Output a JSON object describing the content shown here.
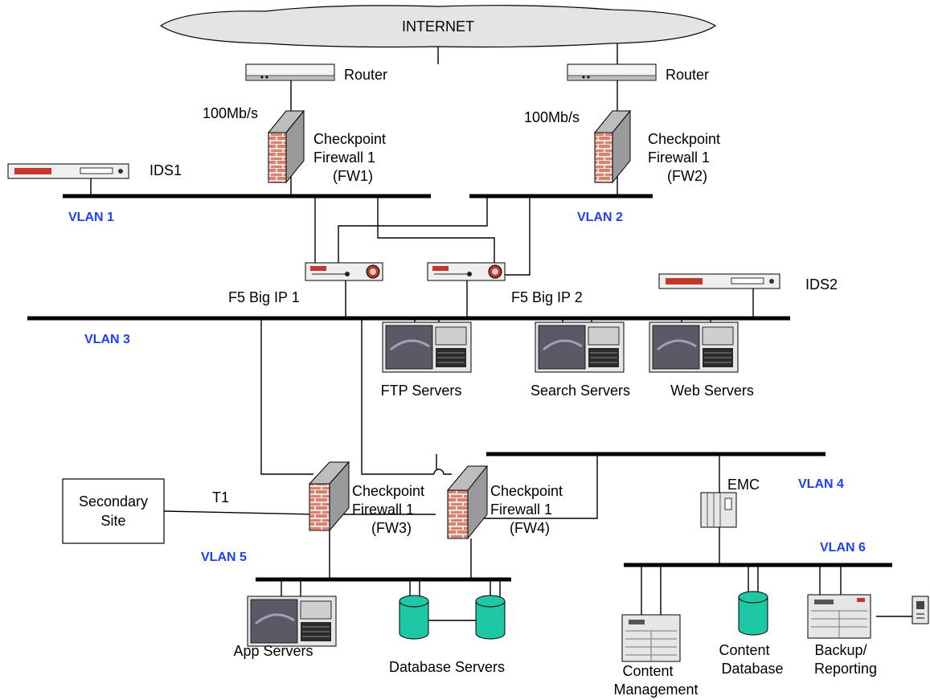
{
  "colors": {
    "vlan_label": "#1f3fff",
    "brick": "#d9826f",
    "mortar": "#ffffff",
    "cylinder": "#1ec8a4",
    "cloud": "#e4e4e4"
  },
  "icons": {
    "cloud": "cloud-icon",
    "router": "router-icon",
    "firewall": "firewall-icon",
    "ids": "ids-sensor-icon",
    "load_balancer": "load-balancer-icon",
    "server": "server-icon",
    "database": "database-cylinder-icon",
    "storage": "storage-array-icon",
    "tape": "tape-drive-icon"
  },
  "labels": {
    "internet": "INTERNET",
    "router_1": "Router",
    "router_2": "Router",
    "speed_1": "100Mb/s",
    "speed_2": "100Mb/s",
    "fw1": [
      "Checkpoint",
      "Firewall 1",
      "(FW1)"
    ],
    "fw2": [
      "Checkpoint",
      "Firewall 1",
      "(FW2)"
    ],
    "fw3": [
      "Checkpoint",
      "Firewall 1",
      "(FW3)"
    ],
    "fw4": [
      "Checkpoint",
      "Firewall 1",
      "(FW4)"
    ],
    "ids1": "IDS1",
    "ids2": "IDS2",
    "f5_1": "F5 Big IP 1",
    "f5_2": "F5 Big IP 2",
    "ftp": "FTP Servers",
    "search": "Search Servers",
    "web": "Web Servers",
    "secondary_site": [
      "Secondary",
      "Site"
    ],
    "t1": "T1",
    "emc": "EMC",
    "app": "App Servers",
    "db": "Database Servers",
    "content_mgmt": [
      "Content",
      "Management"
    ],
    "content_db": [
      "Content",
      "Database"
    ],
    "backup": [
      "Backup/",
      "Reporting"
    ]
  },
  "vlans": {
    "v1": "VLAN 1",
    "v2": "VLAN 2",
    "v3": "VLAN 3",
    "v4": "VLAN 4",
    "v5": "VLAN 5",
    "v6": "VLAN 6"
  }
}
